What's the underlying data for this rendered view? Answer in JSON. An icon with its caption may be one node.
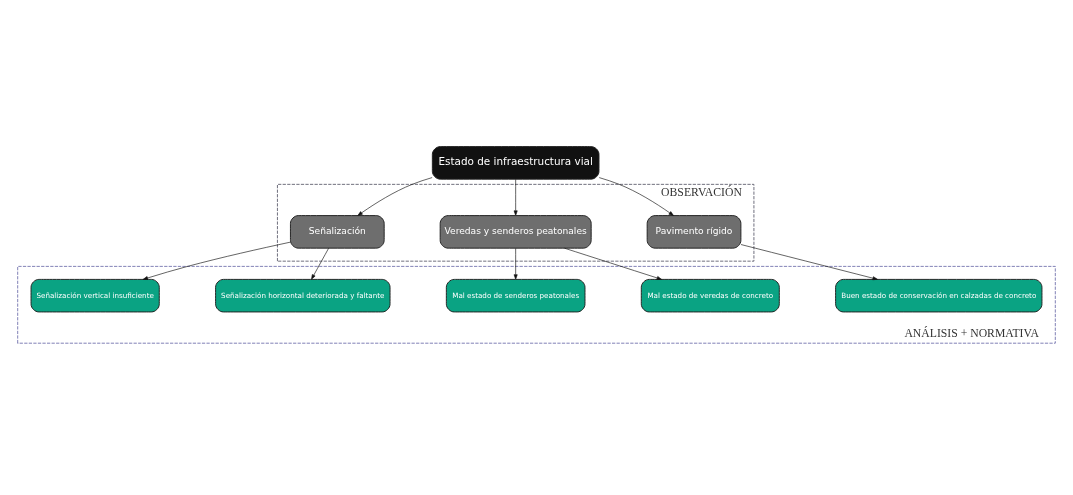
{
  "diagram": {
    "nodes": [
      {
        "text": [
          "Estado de infraestructura vial"
        ]
      },
      {
        "text": [
          "OBSERVACIÓN"
        ]
      },
      {
        "text": [
          "Pavimento rígido"
        ],
        "in": 1
      },
      {
        "text": [
          "Veredas y senderos peatonales"
        ],
        "in": 1
      },
      {
        "text": [
          "Señalización"
        ],
        "in": 1
      },
      {
        "text": [
          "ANÁLISIS + NORMATIVA"
        ]
      },
      {
        "text": [
          "Buen estado de conservación en calzadas de concreto"
        ],
        "in": 5
      },
      {
        "text": [
          "Mal estado de veredas de concreto"
        ],
        "in": 5
      },
      {
        "text": [
          "Mal estado de senderos peatonales"
        ],
        "in": 5
      },
      {
        "text": [
          "Señalización horizontal deteriorada y faltante"
        ],
        "in": 5
      },
      {
        "text": [
          "Señalización vertical insuficiente"
        ],
        "in": 5
      }
    ],
    "edges": [
      {
        "from": 0,
        "to": 2,
        "arrow": "to"
      },
      {
        "from": 0,
        "to": 3,
        "arrow": "to"
      },
      {
        "from": 0,
        "to": 4,
        "arrow": "to"
      },
      {
        "from": 2,
        "to": 6,
        "arrow": "to"
      },
      {
        "from": 3,
        "to": 7,
        "arrow": "to"
      },
      {
        "from": 3,
        "to": 8,
        "arrow": "to"
      },
      {
        "from": 4,
        "to": 9,
        "arrow": "to"
      },
      {
        "from": 4,
        "to": 10,
        "arrow": "to"
      }
    ]
  }
}
